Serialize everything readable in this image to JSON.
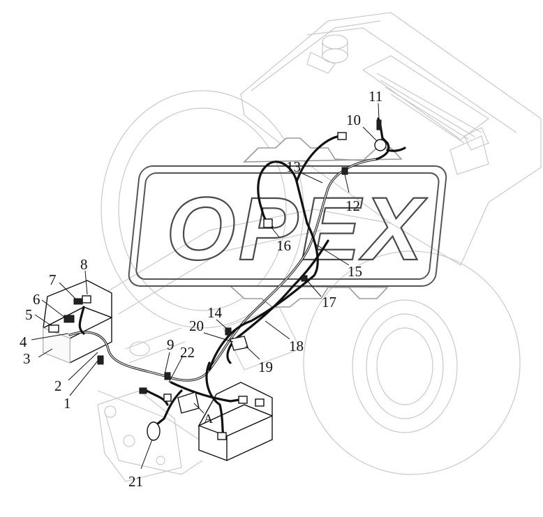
{
  "diagram": {
    "watermark": "OPEX",
    "callouts": [
      "1",
      "2",
      "3",
      "4",
      "5",
      "6",
      "7",
      "8",
      "9",
      "10",
      "11",
      "12",
      "13",
      "14",
      "15",
      "16",
      "17",
      "18",
      "19",
      "20",
      "21",
      "22",
      "A"
    ]
  }
}
